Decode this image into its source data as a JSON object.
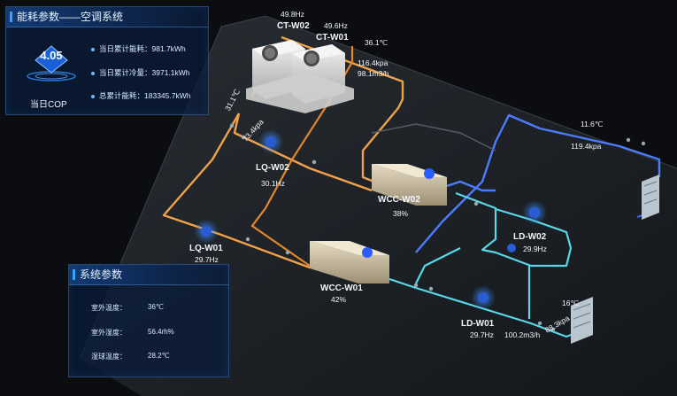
{
  "panel_energy": {
    "title": "能耗参数——空调系统",
    "cop_value": "4.05",
    "cop_label": "当日COP",
    "metrics": [
      {
        "label": "当日累计能耗：",
        "value": "981.7kWh"
      },
      {
        "label": "当日累计冷量：",
        "value": "3971.1kWh"
      },
      {
        "label": "总累计能耗：",
        "value": "183345.7kWh"
      }
    ]
  },
  "panel_system": {
    "title": "系统参数",
    "rows": [
      {
        "label": "室外温度：",
        "value": "36℃"
      },
      {
        "label": "室外湿度：",
        "value": "56.4rh%"
      },
      {
        "label": "湿球温度：",
        "value": "28.2℃"
      }
    ]
  },
  "diagram": {
    "ct_w02_freq": "49.8Hz",
    "ct_w01_freq": "49.6Hz",
    "ct_w02": "CT-W02",
    "ct_w01": "CT-W01",
    "ct_temp": "36.1℃",
    "ct_pressure": "116.4kpa",
    "ct_flow": "98.1m3/h",
    "lq_left_temp": "31.1℃",
    "lq_left_pressure": "73.4kpa",
    "lq_w02": "LQ-W02",
    "lq_w02_freq": "30.1Hz",
    "lq_w01": "LQ-W01",
    "lq_w01_freq": "29.7Hz",
    "wcc_w02": "WCC-W02",
    "wcc_w02_load": "38%",
    "wcc_w01": "WCC-W01",
    "wcc_w01_load": "42%",
    "chw_temp_top": "11.6℃",
    "chw_pressure_top": "119.4kpa",
    "ld_w02": "LD-W02",
    "ld_w02_freq": "29.9Hz",
    "ld_w01": "LD-W01",
    "ld_w01_freq": "29.7Hz",
    "chw_temp_bottom": "16℃",
    "chw_flow_bottom": "100.2m3/h",
    "chw_pressure_bottom": "88.3kpa"
  },
  "colors": {
    "cooling_water": "#f0a24a",
    "chilled_supply": "#4c7cff",
    "chilled_return": "#58d7e6",
    "accent": "#3aa0ff"
  }
}
